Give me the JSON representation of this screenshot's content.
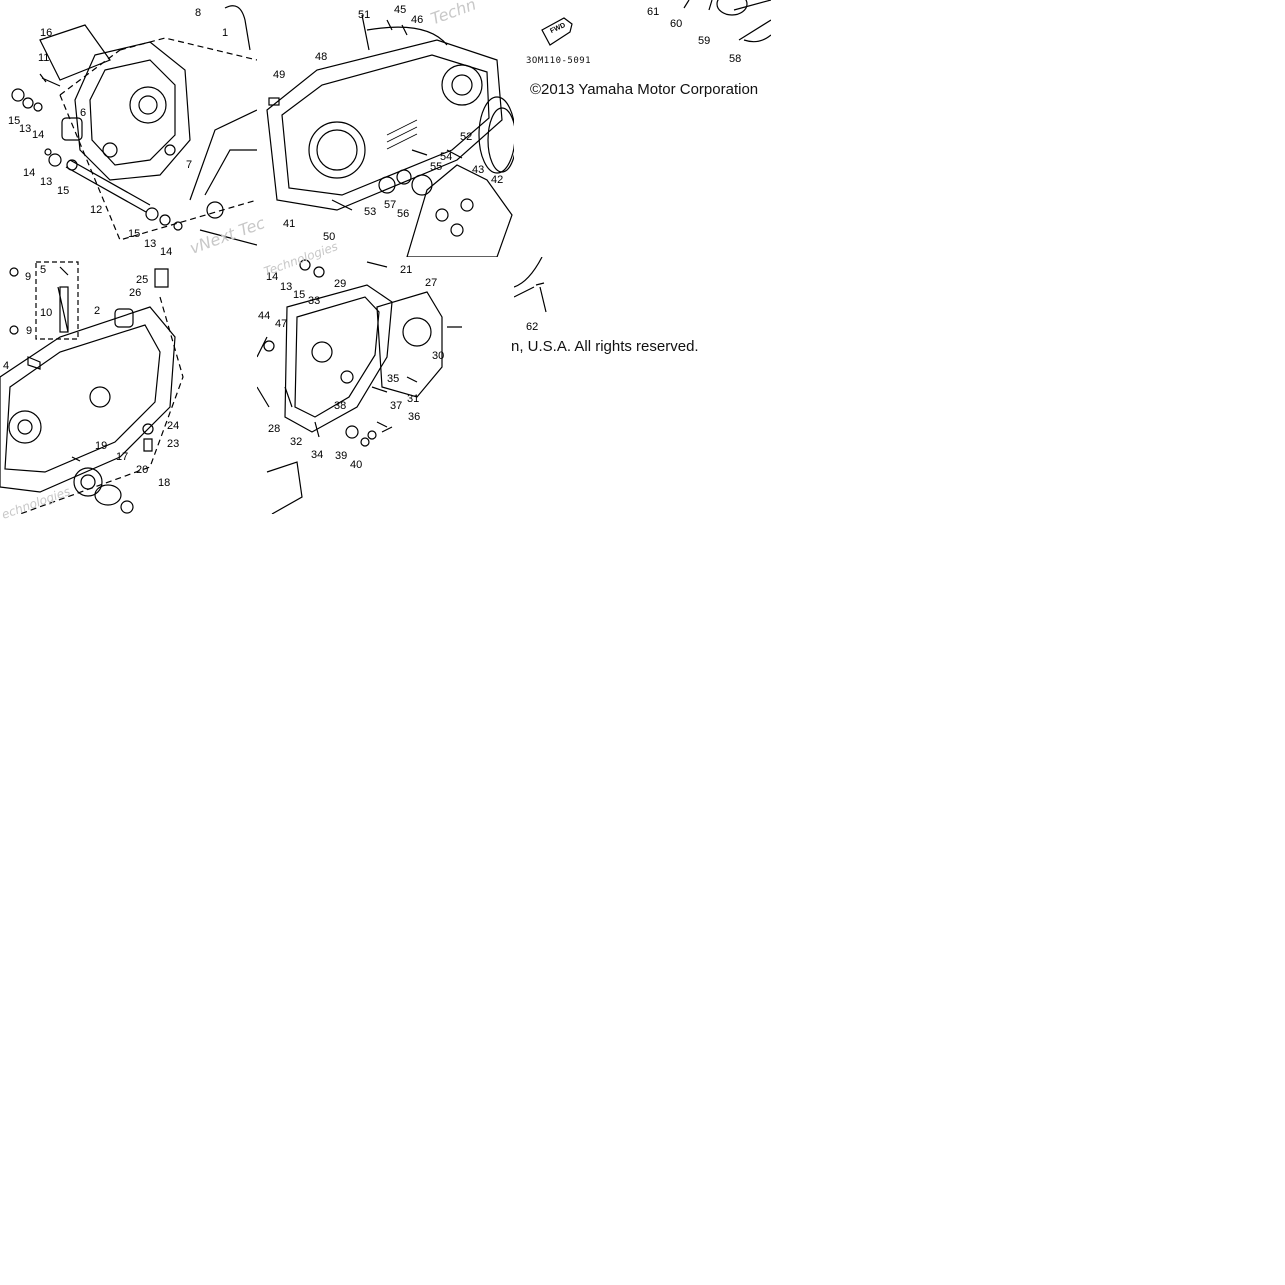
{
  "tiles": {
    "tl": {
      "labels": [
        "8",
        "1",
        "16",
        "11",
        "15",
        "13",
        "14",
        "6",
        "14",
        "13",
        "15",
        "12",
        "15",
        "13",
        "14",
        "7"
      ]
    },
    "tm": {
      "labels": [
        "51",
        "45",
        "46",
        "48",
        "49",
        "41",
        "50",
        "53",
        "57",
        "56",
        "52",
        "54",
        "55",
        "43",
        "42"
      ]
    },
    "tr": {
      "labels": [
        "61",
        "60",
        "59",
        "58"
      ],
      "part_code": "3OM110-5091",
      "fwd": "FWD",
      "copyright": "©2013 Yamaha Motor Corporation"
    },
    "bl": {
      "labels": [
        "5",
        "9",
        "25",
        "26",
        "2",
        "10",
        "9",
        "4",
        "24",
        "23",
        "19",
        "17",
        "20",
        "18"
      ]
    },
    "bm": {
      "labels": [
        "21",
        "14",
        "13",
        "15",
        "29",
        "27",
        "33",
        "44",
        "47",
        "30",
        "35",
        "31",
        "37",
        "36",
        "38",
        "28",
        "32",
        "34",
        "39",
        "40"
      ]
    },
    "br": {
      "labels": [
        "62"
      ],
      "copyright_tail": "n, U.S.A. All rights reserved."
    }
  },
  "watermarks": [
    "Techn",
    "vNext Tec",
    "Technologies",
    "echnologies"
  ]
}
